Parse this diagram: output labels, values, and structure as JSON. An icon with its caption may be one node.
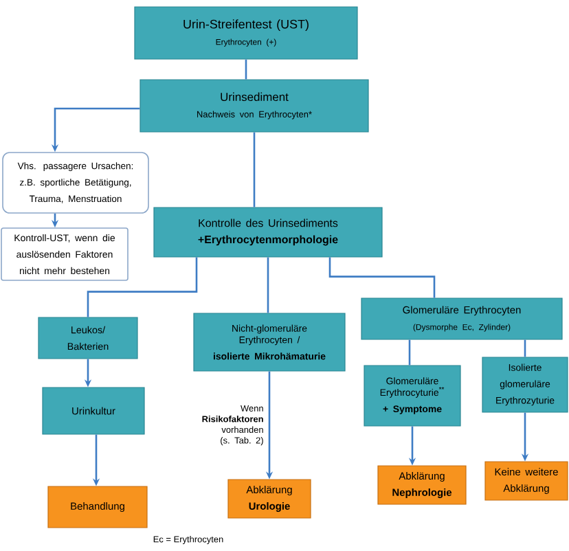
{
  "diagram": {
    "nodes": [
      {
        "text": [
          "Urin-Streifentest (UST)",
          "Erythrocyten (+)"
        ]
      },
      {
        "text": [
          "Urinsediment",
          "Nachweis von Erythrocyten*"
        ]
      },
      {
        "text": [
          "Vhs. passagere Ursachen: z.B. sportliche Betätigung, Trauma, Menstruation"
        ]
      },
      {
        "text": [
          "Kontroll-UST, wenn die auslösenden Faktoren nicht mehr bestehen"
        ]
      },
      {
        "text": [
          "Kontrolle des Urinsediments",
          "+Erythrocytenmorphologie"
        ]
      },
      {
        "text": [
          "Leukos/ Bakterien"
        ]
      },
      {
        "text": [
          "Nicht-glomeruläre Erythrocyten /",
          "isolierte Mikrohämaturie"
        ]
      },
      {
        "text": [
          "Glomeruläre Erythrocyten",
          "(Dysmorphe Ec, Zylinder)"
        ]
      },
      {
        "text": [
          "Urinkultur"
        ]
      },
      {
        "text": [
          "Glomeruläre Erythrocyturie$^{**}$",
          "+ Symptome"
        ]
      },
      {
        "text": [
          "Isolierte glomeruläre Erythrozyturie"
        ]
      },
      {
        "text": [
          "Behandlung"
        ]
      },
      {
        "text": [
          "Abklärung **Urologie**"
        ]
      },
      {
        "text": [
          "Abklärung **Nephrologie**"
        ]
      },
      {
        "text": [
          "Keine weitere Abklärung"
        ]
      }
    ],
    "edges": [
      {
        "from": 0,
        "to": 1,
        "arrow": "none"
      },
      {
        "from": 1,
        "to": 2,
        "arrow": "to"
      },
      {
        "from": 2,
        "to": 3,
        "arrow": "to"
      },
      {
        "from": 1,
        "to": 4,
        "arrow": "none"
      },
      {
        "from": 4,
        "to": 5,
        "arrow": "none"
      },
      {
        "from": 4,
        "to": 6,
        "arrow": "none"
      },
      {
        "from": 4,
        "to": 7,
        "arrow": "none"
      },
      {
        "from": 5,
        "to": 8,
        "arrow": "to"
      },
      {
        "from": 8,
        "to": 11,
        "arrow": "to"
      },
      {
        "from": 6,
        "to": 12,
        "arrow": "to",
        "label": "Wenn **Risikofaktoren** vorhanden (s. Tab. 2)"
      },
      {
        "from": 7,
        "to": 9,
        "arrow": "none"
      },
      {
        "from": 7,
        "to": 10,
        "arrow": "none"
      },
      {
        "from": 9,
        "to": 13,
        "arrow": "to"
      },
      {
        "from": 10,
        "to": 14,
        "arrow": "to"
      }
    ],
    "labels": [
      "Ec = Erythrocyten"
    ]
  }
}
